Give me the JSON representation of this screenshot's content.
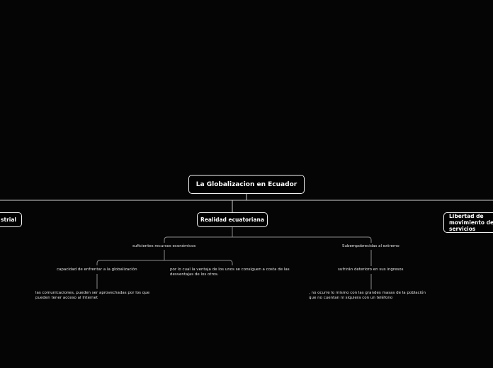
{
  "mindmap": {
    "root": "La Globalizacion en Ecuador",
    "branches": {
      "left_label": "strial",
      "main_label": "Realidad ecuatoriana",
      "right_label": "Libertad de movimiento de servicios"
    },
    "topics": {
      "economic": "suficientes recursos económicos",
      "poverty": "Subempobrecidas al extremo",
      "capacity": "capacidad de enfrentar a la globalización",
      "advantage": "por lo cual la ventaja de los unos se consiguen a costa de las desventajas de los otros.",
      "deterioration": "sufrirán deterioro en sus ingresos",
      "communications": "las comunicaciones, pueden ser aprovechadas por los que pueden tener acceso al Internet",
      "masses": ", no ocurre lo mismo con las grandes masas de la población que no cuentan ni siquiera con un teléfono"
    }
  }
}
